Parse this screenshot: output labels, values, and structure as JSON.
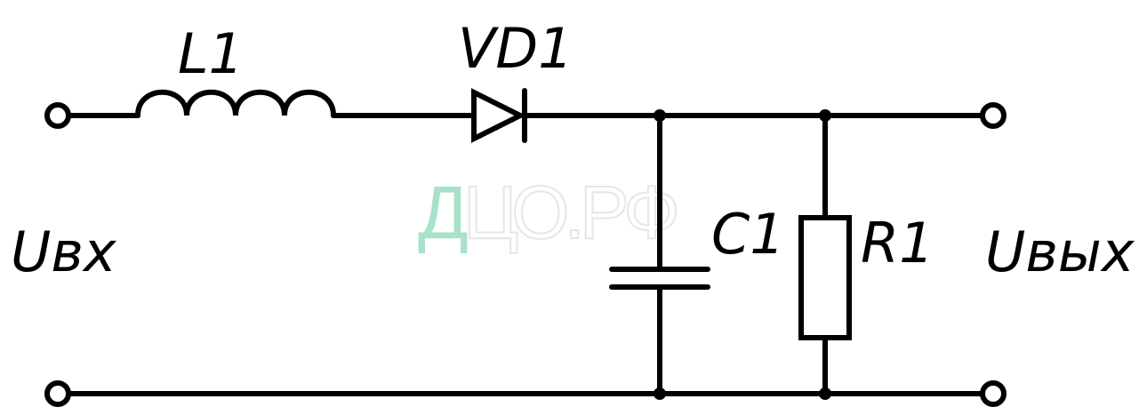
{
  "diagram": {
    "labels": {
      "inductor": "L1",
      "diode": "VD1",
      "capacitor": "C1",
      "resistor": "R1",
      "input_voltage": "Uвх",
      "output_voltage": "Uвых"
    },
    "watermark": {
      "first": "Д",
      "rest": "ЦО.РФ",
      "text": "ДЦО.РФ",
      "color": "#a8e2c8"
    }
  }
}
